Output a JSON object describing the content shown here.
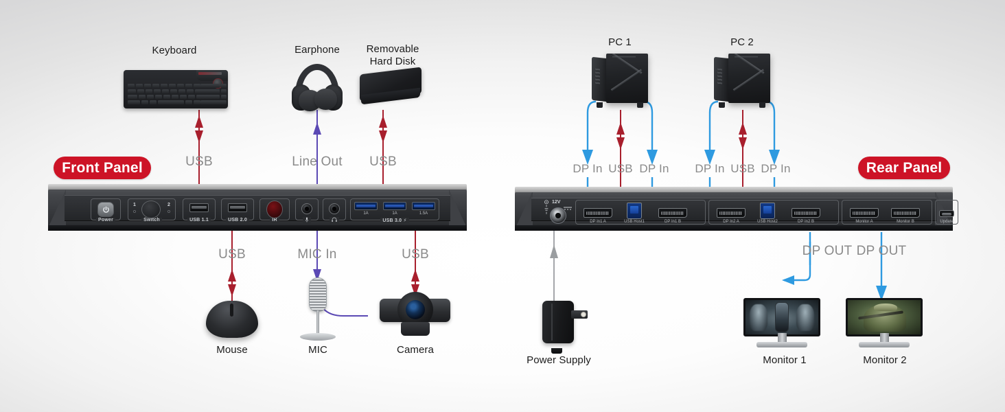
{
  "diagram": {
    "title": "KVM Switch Connection Diagram",
    "colors": {
      "usb_red": "#a81f2d",
      "audio_purple": "#5b49b4",
      "dp_blue": "#2e9ae0",
      "power_gray": "#9a9da0",
      "badge_red": "#cd1326",
      "label_gray": "#8a8a8a",
      "device_label": "#1b1b1b"
    },
    "badges": {
      "front": "Front Panel",
      "rear": "Rear Panel"
    }
  },
  "front_section": {
    "devices": [
      {
        "name": "Keyboard",
        "label": "Keyboard"
      },
      {
        "name": "Earphone",
        "label": "Earphone"
      },
      {
        "name": "Removable Hard Disk",
        "label": "Removable\nHard Disk"
      },
      {
        "name": "Mouse",
        "label": "Mouse"
      },
      {
        "name": "MIC",
        "label": "MIC"
      },
      {
        "name": "Camera",
        "label": "Camera"
      }
    ],
    "connection_labels": {
      "keyboard": "USB",
      "earphone": "Line Out",
      "hard_disk": "USB",
      "mouse": "USB",
      "mic": "MIC In",
      "camera": "USB"
    },
    "panel_ports": {
      "power": "Power",
      "switch": "Switch",
      "switch_num_1": "1",
      "switch_num_2": "2",
      "usb11": "USB 1.1",
      "usb20": "USB 2.0",
      "ir": "IR",
      "mic_jack": "mic-jack-icon",
      "headphone_jack": "headphone-jack-icon",
      "usb30_group": "USB 3.0",
      "usb30_currents": [
        "1A",
        "1A",
        "1.5A"
      ]
    }
  },
  "rear_section": {
    "devices": [
      {
        "name": "PC 1",
        "label": "PC 1"
      },
      {
        "name": "PC 2",
        "label": "PC 2"
      },
      {
        "name": "Power Supply",
        "label": "Power Supply"
      },
      {
        "name": "Monitor 1",
        "label": "Monitor 1"
      },
      {
        "name": "Monitor 2",
        "label": "Monitor 2"
      }
    ],
    "connection_labels": {
      "pc1_dp_in_a": "DP In",
      "pc1_usb": "USB",
      "pc1_dp_in_b": "DP In",
      "pc2_dp_in_a": "DP In",
      "pc2_usb": "USB",
      "pc2_dp_in_b": "DP In",
      "monitor_a_out": "DP OUT",
      "monitor_b_out": "DP OUT"
    },
    "panel_ports": {
      "dc_in": "12V",
      "dp_in1_a": "DP In1 A",
      "usb_host1": "USB Host1",
      "dp_in1_b": "DP In1 B",
      "dp_in2_a": "DP In2 A",
      "usb_host2": "USB Host2",
      "dp_in2_b": "DP In2 B",
      "monitor_a": "Monitor A",
      "monitor_b": "Monitor B",
      "update": "Update"
    }
  }
}
